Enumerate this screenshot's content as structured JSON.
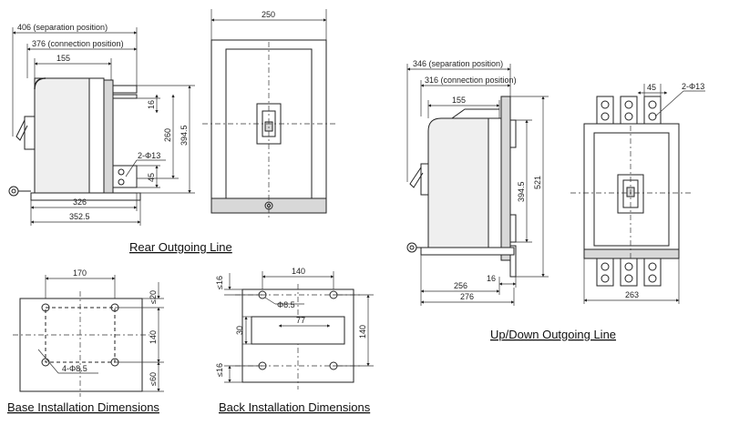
{
  "captions": {
    "rear": "Rear Outgoing Line",
    "updown": "Up/Down Outgoing Line",
    "base": "Base Installation Dimensions",
    "back": "Back Installation Dimensions"
  },
  "rear_side": {
    "sep": "406 (separation position)",
    "conn": "376 (connection position)",
    "d155": "155",
    "d16": "16",
    "d260": "260",
    "d394": "394.5",
    "holes": "2-Φ13",
    "d45": "45",
    "d326": "326",
    "d352": "352.5"
  },
  "rear_front": {
    "d250": "250"
  },
  "updown_side": {
    "sep": "346 (separation position)",
    "conn": "316 (connection position)",
    "d155": "155",
    "d394": "394.5",
    "d521": "521",
    "d16": "16",
    "d256": "256",
    "d276": "276"
  },
  "updown_front": {
    "d45": "45",
    "holes": "2-Φ13",
    "d263": "263"
  },
  "base": {
    "d170": "170",
    "d20": "≤20",
    "d140": "140",
    "d60": "≤60",
    "holes": "4-Φ8.5"
  },
  "back": {
    "d140top": "140",
    "d16a": "≤16",
    "hole": "Φ8.5",
    "d77": "77",
    "d30": "30",
    "d140side": "140",
    "d16b": "≤16"
  }
}
